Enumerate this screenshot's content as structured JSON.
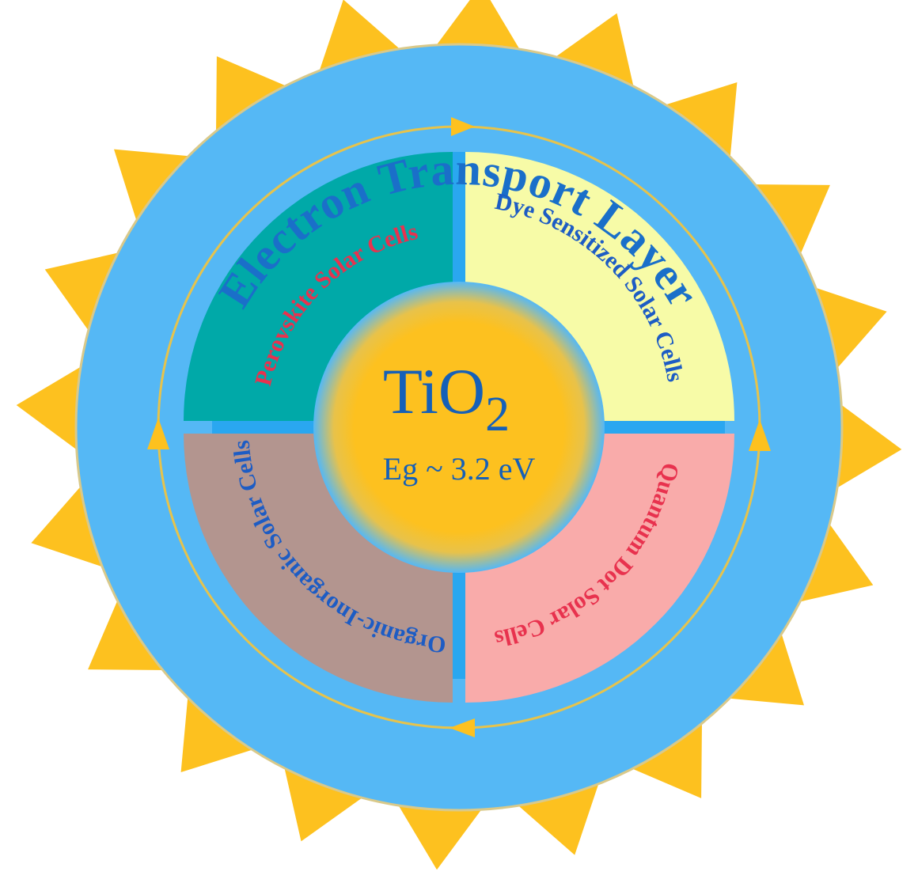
{
  "ring": {
    "title": "Electron Transport Layer",
    "color": "#55B8F5",
    "title_color": "#1A6FC9"
  },
  "center": {
    "compound": "TiO",
    "subscript": "2",
    "band_gap": "Eg ~ 3.2 eV",
    "color": "#FDC11F",
    "text_color": "#1560B8"
  },
  "quadrants": {
    "top_left": {
      "label": "Perovskite Solar Cells",
      "fill": "#00A9A8",
      "text_color": "#E8324E"
    },
    "top_right": {
      "label": "Dye Sensitized Solar Cells",
      "fill": "#F7FBA7",
      "text_color": "#1D5CC4"
    },
    "bottom_right": {
      "label": "Quantum Dot Solar Cells",
      "fill": "#F9ABAA",
      "text_color": "#E8324E"
    },
    "bottom_left": {
      "label": "Organic-Inorganic Solar Cells",
      "fill": "#B3958F",
      "text_color": "#1D5CC4"
    }
  },
  "sun": {
    "ray_color": "#FDC11F"
  },
  "cycle": {
    "arrow_color": "#FDC11F"
  }
}
